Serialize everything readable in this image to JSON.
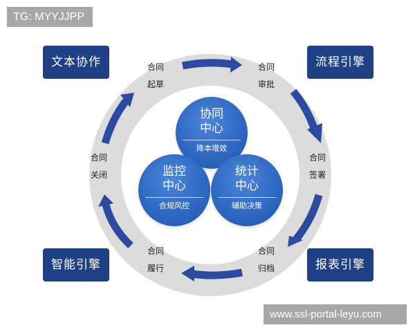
{
  "watermarks": {
    "top": "TG: MYYJJPP",
    "bottom": "www.ssl-portal-leyu.com"
  },
  "engines": {
    "top_left": "文本协作",
    "top_right": "流程引擎",
    "bottom_left": "智能引擎",
    "bottom_right": "报表引擎"
  },
  "stages": [
    {
      "line1": "合同",
      "line2": "起草"
    },
    {
      "line1": "合同",
      "line2": "审批"
    },
    {
      "line1": "合同",
      "line2": "签署"
    },
    {
      "line1": "合同",
      "line2": "归档"
    },
    {
      "line1": "合同",
      "line2": "履行"
    },
    {
      "line1": "合同",
      "line2": "关闭"
    }
  ],
  "hubs": {
    "top": {
      "title_line1": "协同",
      "title_line2": "中心",
      "subtitle": "降本增效"
    },
    "left": {
      "title_line1": "监控",
      "title_line2": "中心",
      "subtitle": "合规风控"
    },
    "right": {
      "title_line1": "统计",
      "title_line2": "中心",
      "subtitle": "辅助决策"
    }
  },
  "colors": {
    "engine_box": "#1f3f86",
    "ring": "#dcdcdc",
    "arrow": "#2b4aa0",
    "hub": "#2f68c4",
    "watermark": "#a7a7a7"
  }
}
